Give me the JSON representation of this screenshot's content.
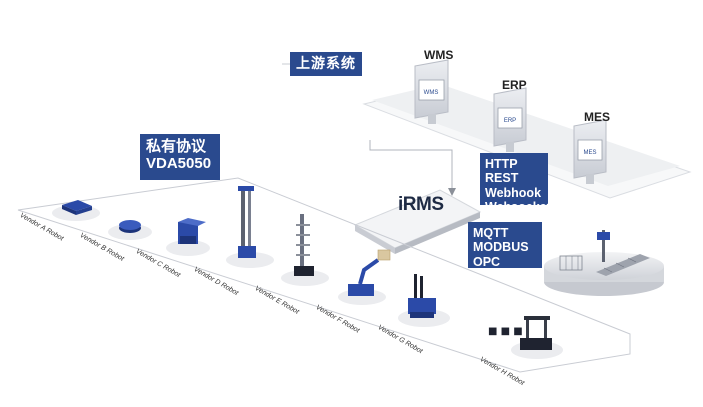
{
  "labels": {
    "upstream": "上游系统",
    "private_line1": "私有协议",
    "private_line2": "VDA5050",
    "http_line1": "HTTP REST",
    "http_line2": "Webhook",
    "http_line3": "Websocket",
    "mqtt_line1": "MQTT",
    "mqtt_line2": "MODBUS",
    "mqtt_line3": "OPC"
  },
  "systems": [
    {
      "name": "WMS",
      "screen": "WMS"
    },
    {
      "name": "ERP",
      "screen": "ERP"
    },
    {
      "name": "MES",
      "screen": "MES"
    }
  ],
  "center": {
    "title": "iRMS"
  },
  "ellipsis": "■ ■ ■",
  "vendors": [
    "Vendor A Robot",
    "Vendor B Robot",
    "Vendor C Robot",
    "Vendor D Robot",
    "Vendor E Robot",
    "Vendor F Robot",
    "Vendor G Robot",
    "Vendor H Robot"
  ],
  "colors": {
    "accent": "#2a4a8e",
    "robot": "#2b4aa8",
    "platform": "#e6e7ea"
  }
}
